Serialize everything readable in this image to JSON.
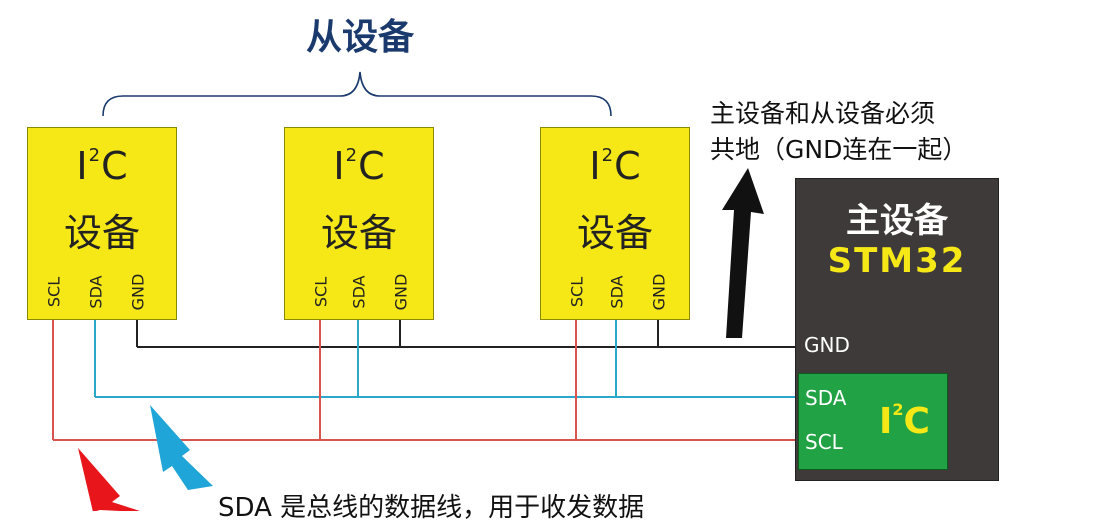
{
  "slave_group": {
    "title": "从设备"
  },
  "slaves": [
    {
      "protocol_base": "I",
      "protocol_sup": "2",
      "protocol_tail": "C",
      "name": "设备",
      "pins": [
        "SCL",
        "SDA",
        "GND"
      ]
    },
    {
      "protocol_base": "I",
      "protocol_sup": "2",
      "protocol_tail": "C",
      "name": "设备",
      "pins": [
        "SCL",
        "SDA",
        "GND"
      ]
    },
    {
      "protocol_base": "I",
      "protocol_sup": "2",
      "protocol_tail": "C",
      "name": "设备",
      "pins": [
        "SCL",
        "SDA",
        "GND"
      ]
    }
  ],
  "master": {
    "name": "主设备",
    "model": "STM32",
    "gnd_label": "GND",
    "i2c": {
      "sda_label": "SDA",
      "scl_label": "SCL",
      "label_base": "I",
      "label_sup": "2",
      "label_tail": "C"
    }
  },
  "notes": {
    "ground_line1": "主设备和从设备必须",
    "ground_line2": "共地（GND连在一起）",
    "sda_note": "SDA 是总线的数据线，用于收发数据"
  },
  "colors": {
    "device_yellow": "#f5e816",
    "master_dark": "#3f3a3a",
    "i2c_green": "#21a244",
    "scl_red": "#d9534f",
    "sda_blue": "#2aa7c9",
    "gnd_black": "#222222",
    "title_navy": "#1a3a6e"
  }
}
